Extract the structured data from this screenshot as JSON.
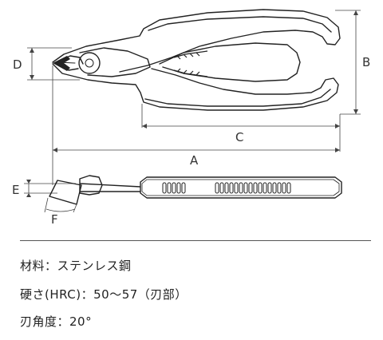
{
  "dimensions": {
    "A": "A",
    "B": "B",
    "C": "C",
    "D": "D",
    "E": "E",
    "F": "F"
  },
  "specs": [
    "材料：ステンレス鋼",
    "硬さ(HRC)：50〜57（刃部）",
    "刃角度：20°"
  ]
}
